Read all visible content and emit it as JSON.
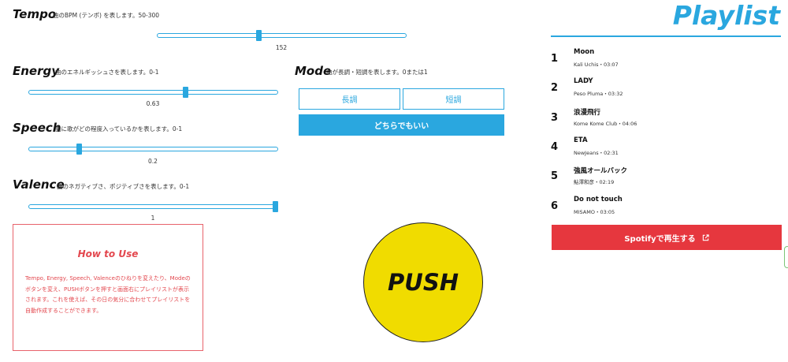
{
  "params": {
    "tempo": {
      "title": "Tempo",
      "desc": "曲のBPM (テンポ) を表します。50-300",
      "value": "152",
      "level": 0.408
    },
    "energy": {
      "title": "Energy",
      "desc": "曲のエネルギッシュさを表します。0-1",
      "value": "0.63",
      "level": 0.63
    },
    "speech": {
      "title": "Speech",
      "desc": "曲に歌がどの程度入っているかを表します。0-1",
      "value": "0.2",
      "level": 0.2
    },
    "valence": {
      "title": "Valence",
      "desc": "曲のネガティブさ、ポジティブさを表します。0-1",
      "value": "1",
      "level": 1
    }
  },
  "mode": {
    "title": "Mode",
    "desc": "曲が長調・短調を表します。0または1",
    "major_label": "長調",
    "minor_label": "短調",
    "any_label": "どちらでもいい"
  },
  "howto": {
    "title": "How to Use",
    "text": "Tempo, Energy, Speech, Valenceのひねりを変えたり、Modeのボタンを変え、PUSHボタンを押すと画面右にプレイリストが表示されます。これを使えば、その日の気分に合わせてプレイリストを自動作成することができます。"
  },
  "push_label": "PUSH",
  "playlist": {
    "title": "Playlist",
    "tracks": [
      {
        "num": "1",
        "name": "Moon",
        "meta": "Kali Uchis・03:07"
      },
      {
        "num": "2",
        "name": "LADY",
        "meta": "Peso Pluma・03:32"
      },
      {
        "num": "3",
        "name": "浪漫飛行",
        "meta": "Kome Kome Club・04:06"
      },
      {
        "num": "4",
        "name": "ETA",
        "meta": "NewJeans・02:31"
      },
      {
        "num": "5",
        "name": "強風オールバック",
        "meta": "鮎澤和彦・02:19"
      },
      {
        "num": "6",
        "name": "Do not touch",
        "meta": "MISAMO・03:05"
      }
    ],
    "spotify_label": "Spotifyで再生する",
    "spotify_icon": "external-link-icon"
  },
  "colors": {
    "accent": "#2aa7df",
    "red": "#e3474e",
    "push": "#f0dc00",
    "spotify": "#e6373e"
  }
}
